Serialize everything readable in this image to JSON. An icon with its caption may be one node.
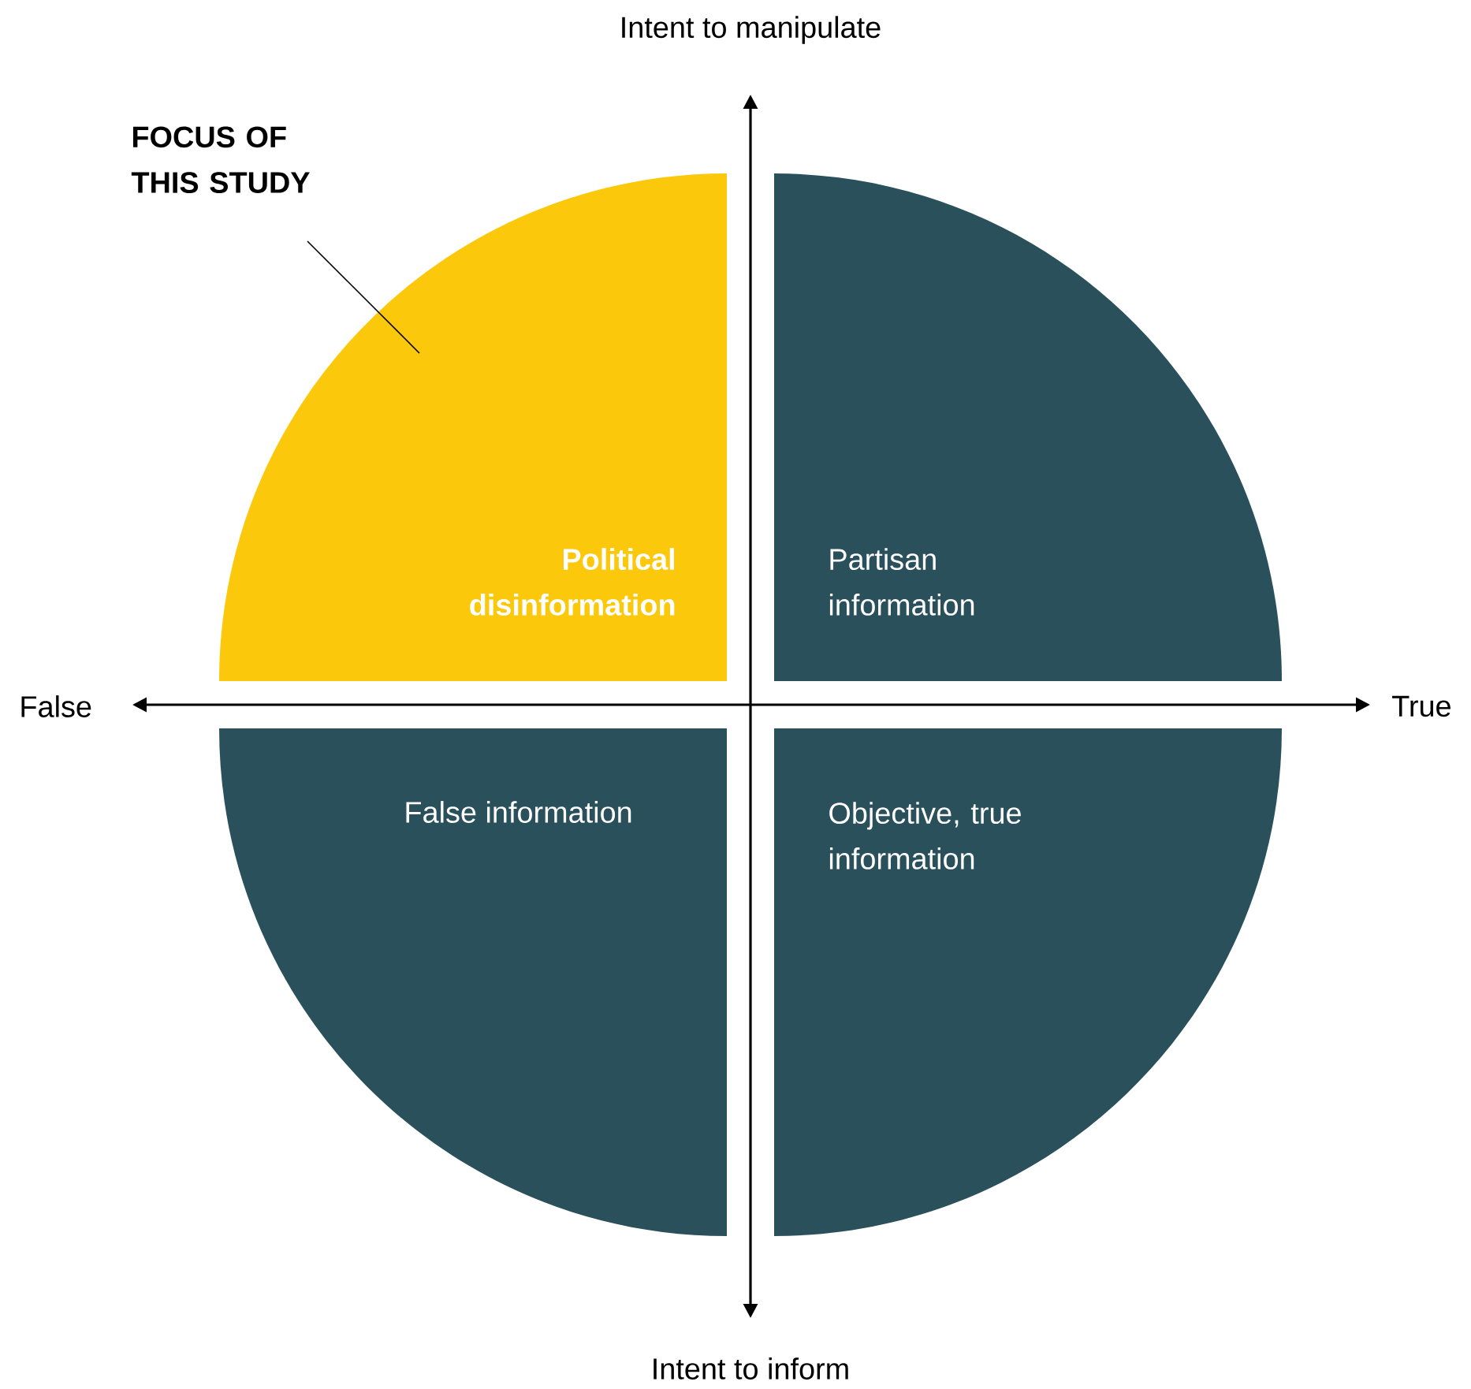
{
  "diagram": {
    "nodes": [
      {
        "text": [
          "FOCUS OF THIS STUDY"
        ]
      },
      {
        "text": [
          "Political disinformation"
        ]
      },
      {
        "text": [
          "Partisan information"
        ]
      },
      {
        "text": [
          "False information"
        ]
      },
      {
        "text": [
          "Objective, true information"
        ]
      }
    ],
    "edges": [
      {
        "from": 0,
        "to": 1,
        "arrow": "none"
      }
    ],
    "labels": [
      "Intent to manipulate",
      "False",
      "True",
      "Intent to inform"
    ]
  }
}
